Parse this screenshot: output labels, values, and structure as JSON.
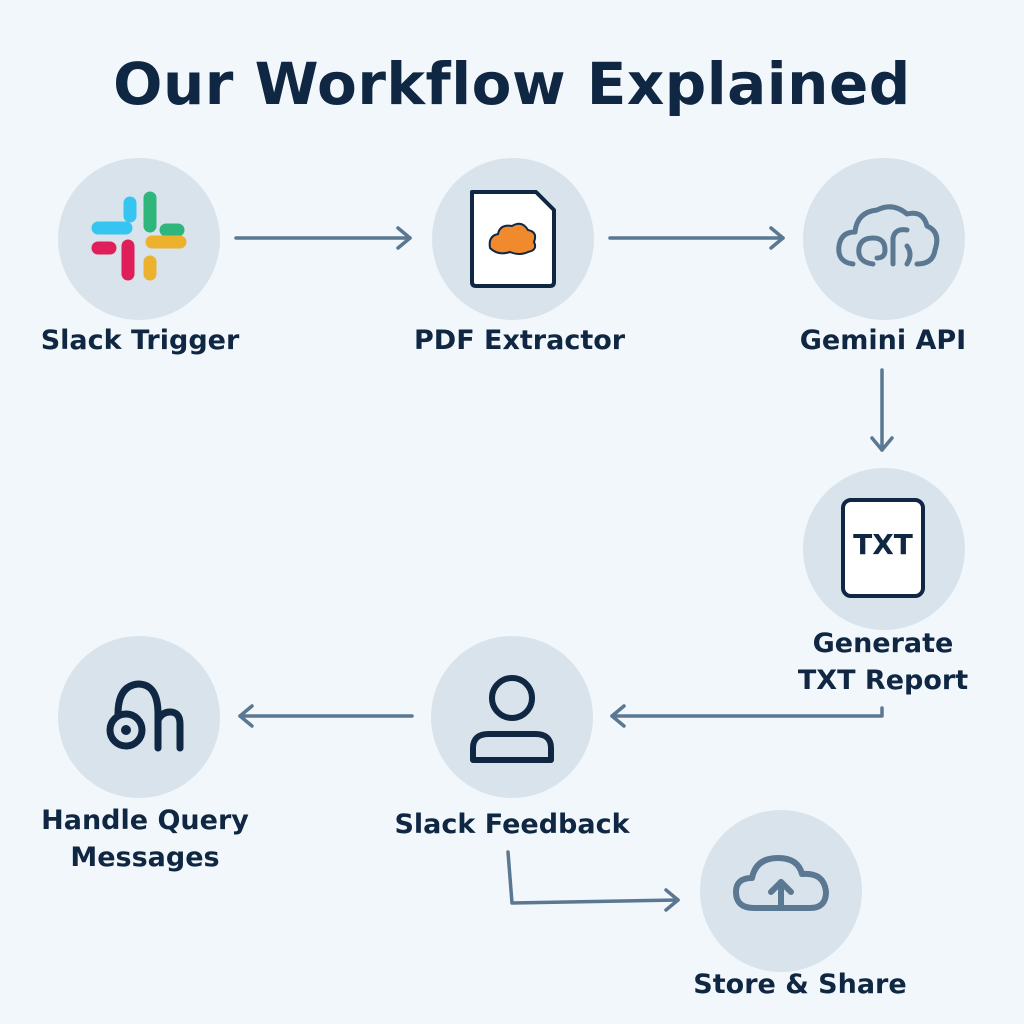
{
  "title": "Our Workflow Explained",
  "nodes": [
    {
      "id": "slack-trigger",
      "label": "Slack Trigger",
      "icon": "slack-logo-icon"
    },
    {
      "id": "pdf-extractor",
      "label": "PDF Extractor",
      "icon": "pdf-document-icon"
    },
    {
      "id": "gemini-api",
      "label": "Gemini API",
      "icon": "brain-cloud-icon"
    },
    {
      "id": "generate-txt-report",
      "label_lines": [
        "Generate",
        "TXT Report"
      ],
      "icon": "txt-file-icon",
      "icon_text": "TXT"
    },
    {
      "id": "slack-feedback",
      "label": "Slack Feedback",
      "icon": "user-icon"
    },
    {
      "id": "handle-query-messages",
      "label_lines": [
        "Handle Query",
        "Messages"
      ],
      "icon": "query-handler-icon"
    },
    {
      "id": "store-share",
      "label": "Store & Share",
      "icon": "cloud-upload-icon"
    }
  ],
  "edges": [
    {
      "from": "slack-trigger",
      "to": "pdf-extractor"
    },
    {
      "from": "pdf-extractor",
      "to": "gemini-api"
    },
    {
      "from": "gemini-api",
      "to": "generate-txt-report"
    },
    {
      "from": "generate-txt-report",
      "to": "slack-feedback"
    },
    {
      "from": "slack-feedback",
      "to": "handle-query-messages"
    },
    {
      "from": "slack-feedback",
      "to": "store-share"
    }
  ],
  "colors": {
    "background": "#f2f7fb",
    "node_fill": "#d9e3eb",
    "arrow": "#5a7891",
    "text": "#0f2742",
    "pdf_accent": "#f08a2c",
    "slack_blue": "#36c5f0",
    "slack_green": "#2eb67d",
    "slack_red": "#e01e5a",
    "slack_yellow": "#ecb22e"
  }
}
